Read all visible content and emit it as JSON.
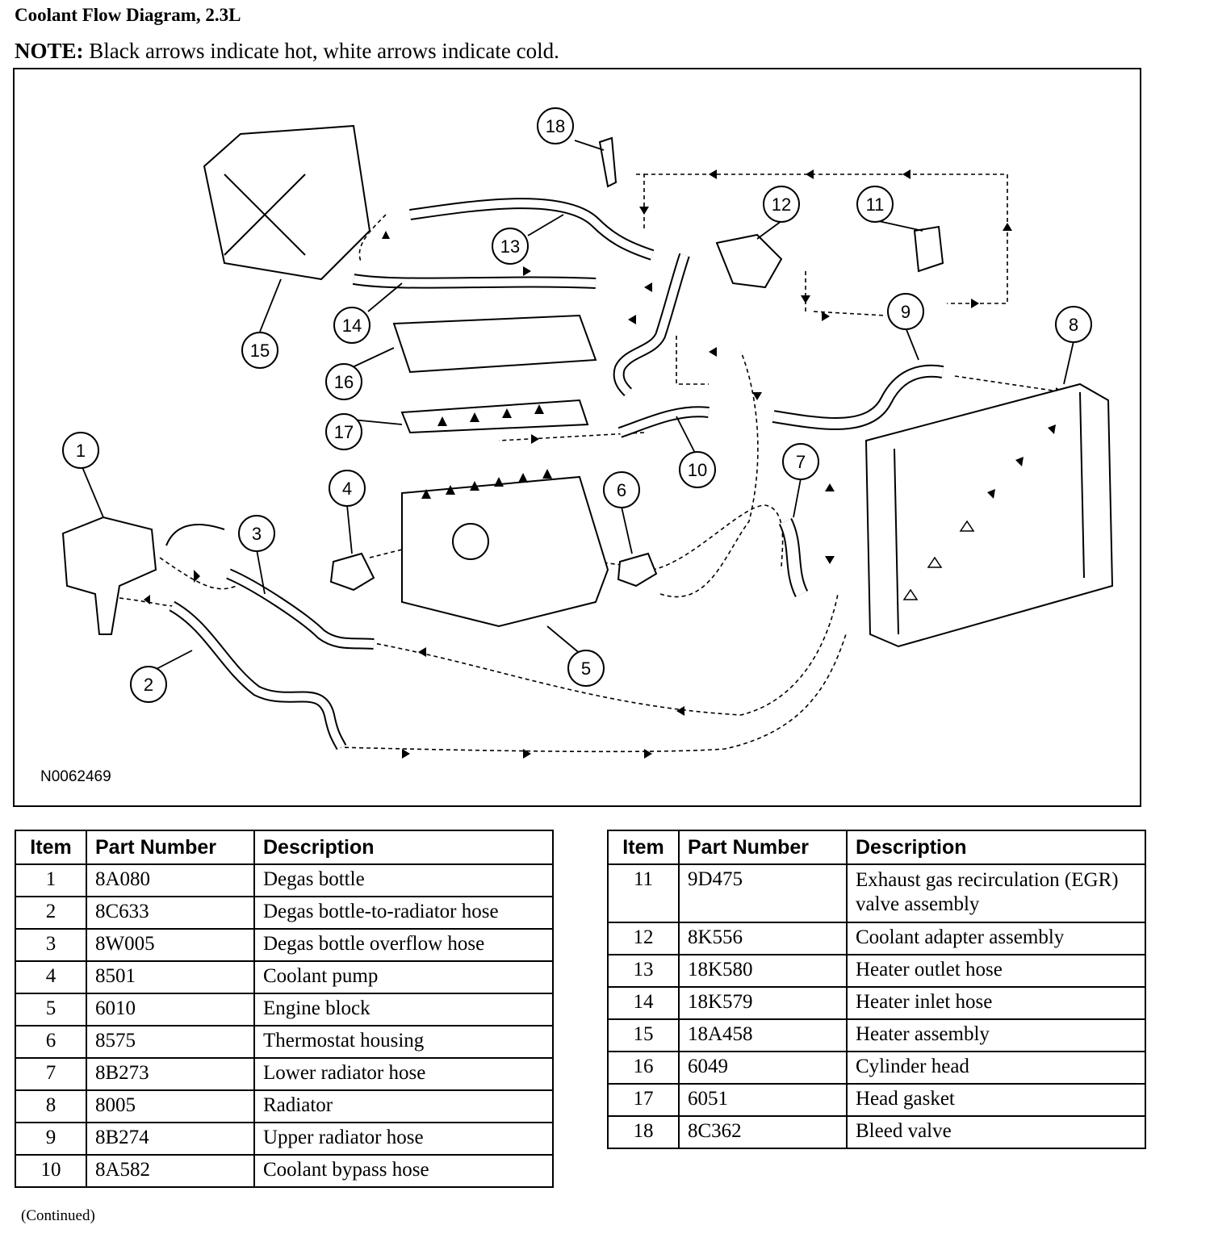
{
  "header": {
    "title": "Coolant Flow Diagram, 2.3L",
    "note_label": "NOTE:",
    "note_text": " Black arrows indicate hot, white arrows indicate cold."
  },
  "figure": {
    "id": "N0062469",
    "callouts": [
      "1",
      "2",
      "3",
      "4",
      "5",
      "6",
      "7",
      "8",
      "9",
      "10",
      "11",
      "12",
      "13",
      "14",
      "15",
      "16",
      "17",
      "18"
    ]
  },
  "table": {
    "headers": {
      "item": "Item",
      "part_number": "Part Number",
      "description": "Description"
    },
    "rows": [
      {
        "item": "1",
        "part_number": "8A080",
        "description": "Degas bottle"
      },
      {
        "item": "2",
        "part_number": "8C633",
        "description": "Degas bottle-to-radiator hose"
      },
      {
        "item": "3",
        "part_number": "8W005",
        "description": "Degas bottle overflow hose"
      },
      {
        "item": "4",
        "part_number": "8501",
        "description": "Coolant pump"
      },
      {
        "item": "5",
        "part_number": "6010",
        "description": "Engine block"
      },
      {
        "item": "6",
        "part_number": "8575",
        "description": "Thermostat housing"
      },
      {
        "item": "7",
        "part_number": "8B273",
        "description": "Lower radiator hose"
      },
      {
        "item": "8",
        "part_number": "8005",
        "description": "Radiator"
      },
      {
        "item": "9",
        "part_number": "8B274",
        "description": "Upper radiator hose"
      },
      {
        "item": "10",
        "part_number": "8A582",
        "description": "Coolant bypass hose"
      },
      {
        "item": "11",
        "part_number": "9D475",
        "description": "Exhaust gas recirculation (EGR) valve assembly"
      },
      {
        "item": "12",
        "part_number": "8K556",
        "description": "Coolant adapter assembly"
      },
      {
        "item": "13",
        "part_number": "18K580",
        "description": "Heater outlet hose"
      },
      {
        "item": "14",
        "part_number": "18K579",
        "description": "Heater inlet hose"
      },
      {
        "item": "15",
        "part_number": "18A458",
        "description": "Heater assembly"
      },
      {
        "item": "16",
        "part_number": "6049",
        "description": "Cylinder head"
      },
      {
        "item": "17",
        "part_number": "6051",
        "description": "Head gasket"
      },
      {
        "item": "18",
        "part_number": "8C362",
        "description": "Bleed valve"
      }
    ],
    "continued": "(Continued)"
  }
}
